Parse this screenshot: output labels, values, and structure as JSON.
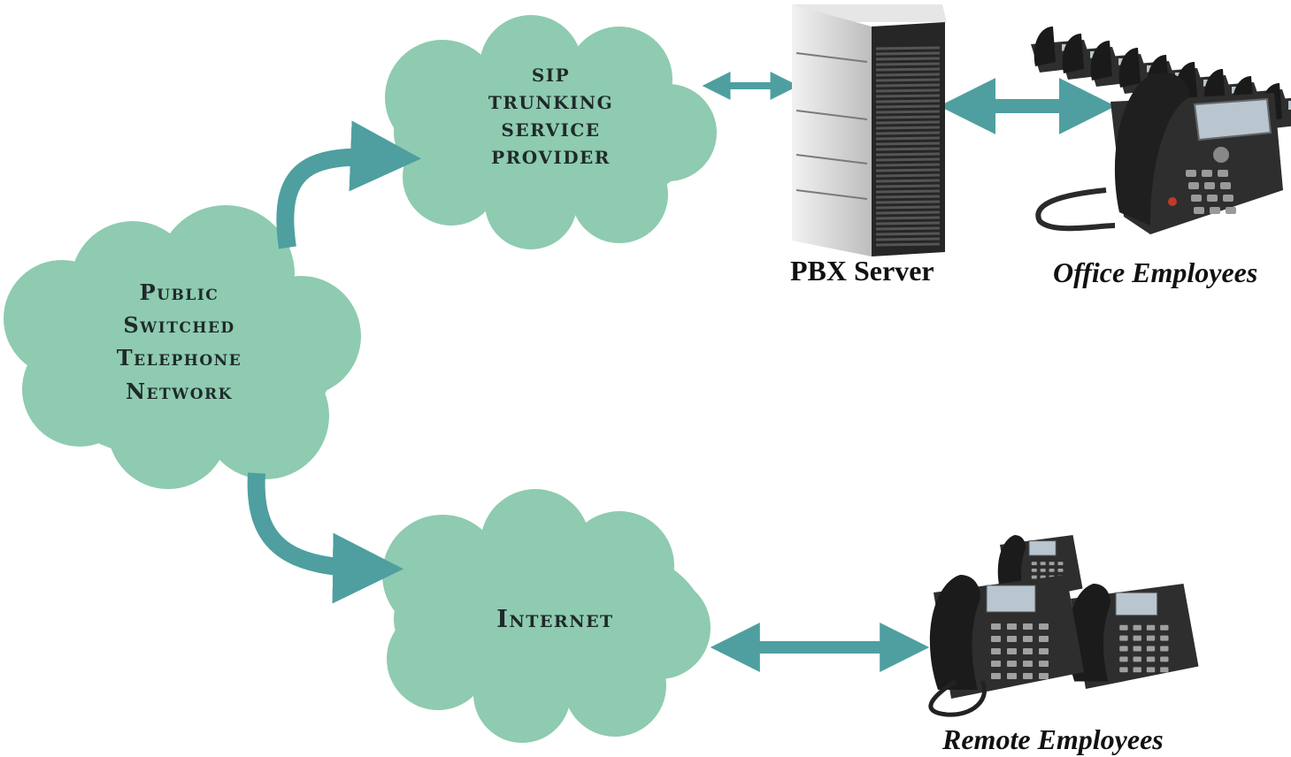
{
  "colors": {
    "cloud_fill": "#8ecbb0",
    "arrow": "#4f9fa0",
    "server_dark": "#2a2a2a",
    "server_light": "#d8d8d8",
    "phone_body": "#2e2e2e",
    "phone_screen": "#b9c6cf"
  },
  "nodes": {
    "pstn": {
      "lines": [
        "Public",
        "Switched",
        "Telephone",
        "Network"
      ]
    },
    "sip": {
      "lines": [
        "SIP",
        "TRUNKING",
        "SERVICE",
        "PROVIDER"
      ]
    },
    "internet": {
      "lines": [
        "Internet"
      ]
    },
    "pbx": {
      "label": "PBX Server",
      "icon": "server-tower-icon"
    },
    "office": {
      "label": "Office Employees",
      "icon": "desk-phones-row-icon"
    },
    "remote": {
      "label": "Remote Employees",
      "icon": "desk-phones-cluster-icon"
    }
  },
  "connections": [
    {
      "from": "pstn",
      "to": "sip",
      "direction": "forward"
    },
    {
      "from": "pstn",
      "to": "internet",
      "direction": "forward"
    },
    {
      "from": "sip",
      "to": "pbx",
      "direction": "both"
    },
    {
      "from": "pbx",
      "to": "office",
      "direction": "both"
    },
    {
      "from": "internet",
      "to": "remote",
      "direction": "both"
    }
  ]
}
